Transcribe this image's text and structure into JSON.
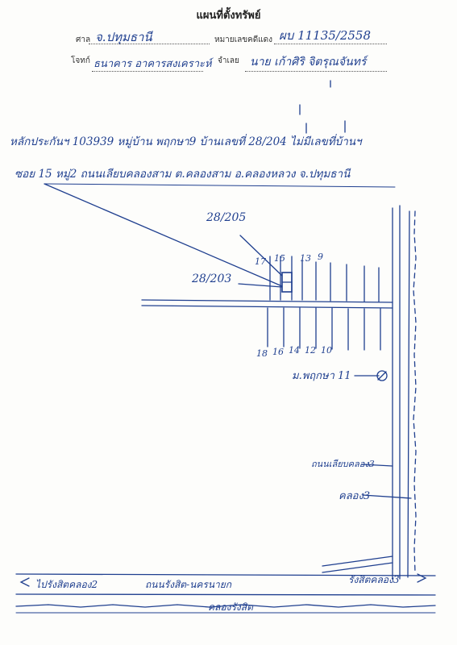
{
  "header": {
    "title": "แผนที่ตั้งทรัพย์",
    "court_label": "ศาล",
    "court_value": "จ.ปทุมธานี",
    "case_no_label": "หมายเลขคดีแดง",
    "case_no_value": "ผบ 11135/2558",
    "plaintiff_label": "โจทก์",
    "plaintiff_value": "ธนาคาร อาคารสงเคราะห์",
    "defendant_label": "จำเลย",
    "defendant_value": "นาย เก้าศิริ จิตรุณจันทร์"
  },
  "property": {
    "line1": "หลักประกันฯ 103939 หมู่บ้าน พฤกษา9 บ้านเลขที่ 28/204 ไม่มีเลขที่บ้านฯ",
    "line2": "ซอย 15 หมู่2 ถนนเลียบคลองสาม ต.คลองสาม อ.คลองหลวง จ.ปทุมธานี"
  },
  "map": {
    "neighbor_top": "28/205",
    "neighbor_left": "28/203",
    "lot_top": [
      "17",
      "15",
      "13",
      "9"
    ],
    "lot_bottom": [
      "18",
      "16",
      "14",
      "12",
      "10"
    ],
    "village_label": "ม.พฤกษา 11",
    "road_right": "ถนนเลียบคลอง3",
    "canal_right": "คลอง3",
    "road_bottom_left": "ไปรังสิตคลอง2",
    "road_bottom_mid": "ถนนรังสิต-นครนายก",
    "road_bottom_right": "รังสิตคลอง3",
    "canal_bottom": "คลองรังสิต"
  },
  "colors": {
    "ink": "#1f3f8f",
    "print": "#333333"
  }
}
